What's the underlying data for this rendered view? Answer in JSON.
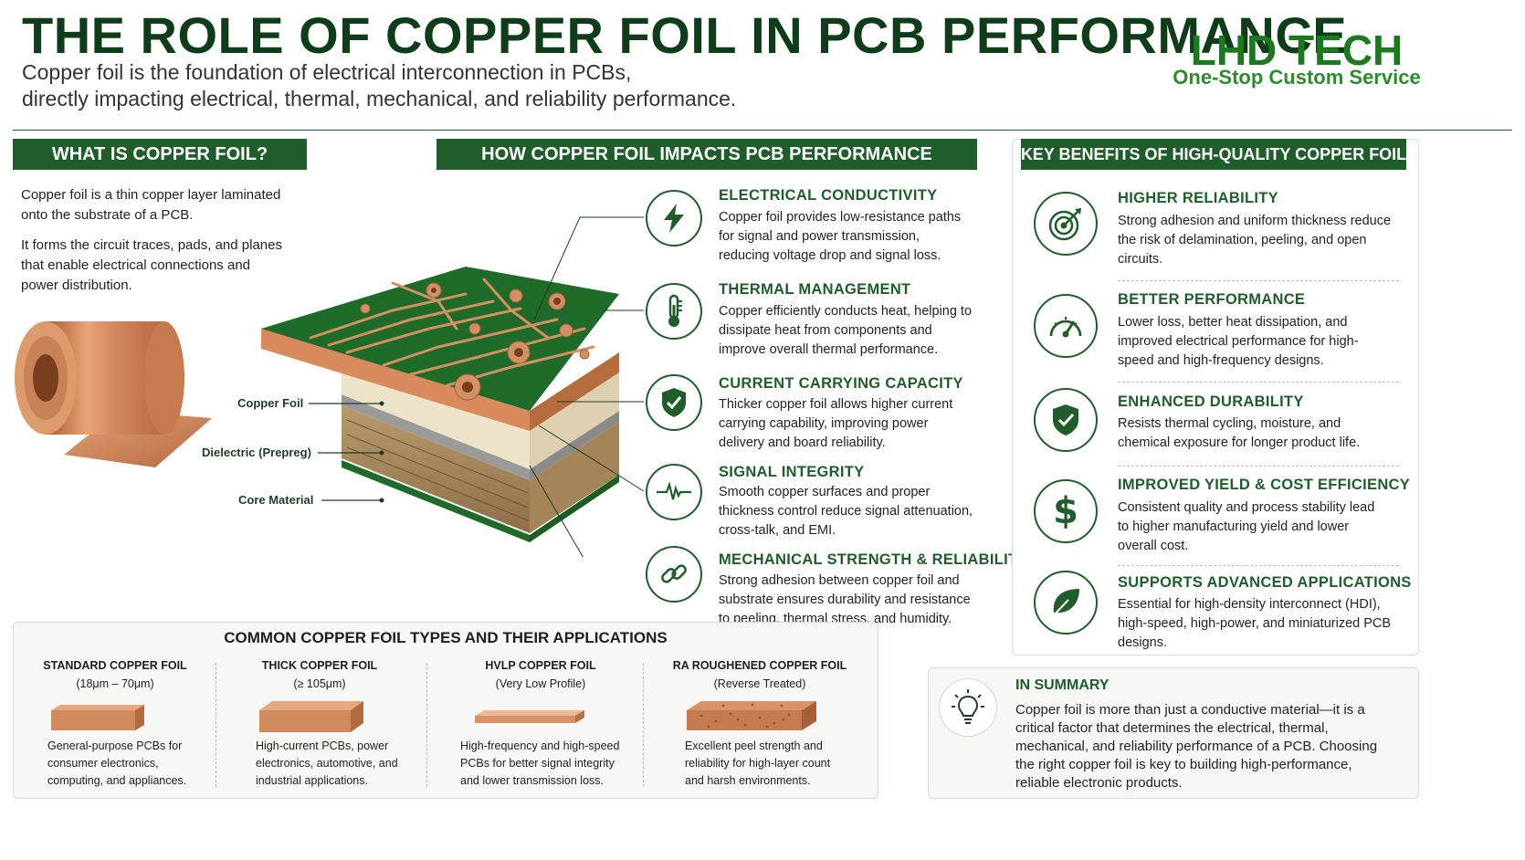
{
  "header": {
    "title": "THE ROLE OF COPPER FOIL IN PCB PERFORMANCE",
    "subtitle_line1": "Copper foil is the foundation of electrical interconnection in PCBs,",
    "subtitle_line2": "directly impacting electrical, thermal, mechanical, and reliability performance.",
    "brand_name": "LHD TECH",
    "brand_tagline": "One-Stop Custom Service"
  },
  "what_is": {
    "heading": "WHAT IS COPPER FOIL?",
    "para1": "Copper foil is a thin copper layer laminated onto the substrate of a PCB.",
    "para2": "It forms the circuit traces, pads, and planes that enable electrical connections and power distribution."
  },
  "diagram": {
    "labels": {
      "copper_foil": "Copper Foil",
      "dielectric": "Dielectric (Prepreg)",
      "core": "Core Material"
    }
  },
  "impacts": {
    "heading": "HOW COPPER FOIL IMPACTS PCB PERFORMANCE",
    "items": [
      {
        "icon": "lightning-icon",
        "title": "ELECTRICAL CONDUCTIVITY",
        "desc": "Copper foil provides low-resistance paths for signal and power transmission, reducing voltage drop and signal loss."
      },
      {
        "icon": "thermometer-icon",
        "title": "THERMAL MANAGEMENT",
        "desc": "Copper efficiently conducts heat, helping to dissipate heat from components and improve overall thermal performance."
      },
      {
        "icon": "shield-check-icon",
        "title": "CURRENT CARRYING CAPACITY",
        "desc": "Thicker copper foil allows higher current carrying capability, improving power delivery and board reliability."
      },
      {
        "icon": "waveform-icon",
        "title": "SIGNAL INTEGRITY",
        "desc": "Smooth copper surfaces and proper thickness control reduce signal attenuation, cross-talk, and EMI."
      },
      {
        "icon": "chain-link-icon",
        "title": "MECHANICAL STRENGTH & RELIABILITY",
        "desc": "Strong adhesion between copper foil and substrate ensures durability and resistance to peeling, thermal stress, and humidity."
      }
    ]
  },
  "benefits": {
    "heading": "KEY BENEFITS OF HIGH-QUALITY COPPER FOIL",
    "items": [
      {
        "icon": "target-icon",
        "title": "HIGHER RELIABILITY",
        "desc": "Strong adhesion and uniform thickness reduce the risk of delamination, peeling, and open circuits."
      },
      {
        "icon": "speedometer-icon",
        "title": "BETTER PERFORMANCE",
        "desc": "Lower loss, better heat dissipation, and improved electrical performance for high-speed and high-frequency designs."
      },
      {
        "icon": "shield-check-icon",
        "title": "ENHANCED DURABILITY",
        "desc": "Resists thermal cycling, moisture, and chemical exposure for longer product life."
      },
      {
        "icon": "dollar-icon",
        "title": "IMPROVED YIELD & COST EFFICIENCY",
        "desc": "Consistent quality and process stability lead to higher manufacturing yield and lower overall cost."
      },
      {
        "icon": "leaf-icon",
        "title": "SUPPORTS ADVANCED APPLICATIONS",
        "desc": "Essential for high-density interconnect (HDI), high-speed, high-power, and miniaturized PCB designs."
      }
    ]
  },
  "types": {
    "heading": "COMMON COPPER FOIL TYPES AND THEIR APPLICATIONS",
    "items": [
      {
        "name": "STANDARD COPPER FOIL",
        "spec": "(18μm – 70μm)",
        "desc": "General-purpose PCBs for consumer electronics, computing, and appliances."
      },
      {
        "name": "THICK COPPER FOIL",
        "spec": "(≥ 105μm)",
        "desc": "High-current PCBs, power electronics, automotive, and industrial applications."
      },
      {
        "name": "HVLP COPPER FOIL",
        "spec": "(Very Low Profile)",
        "desc": "High-frequency and high-speed PCBs for better signal integrity and lower transmission loss."
      },
      {
        "name": "RA ROUGHENED COPPER FOIL",
        "spec": "(Reverse Treated)",
        "desc": "Excellent peel strength and reliability for high-layer count and harsh environments."
      }
    ]
  },
  "summary": {
    "title": "IN SUMMARY",
    "text": "Copper foil is more than just a conductive material—it is a critical factor that determines the electrical, thermal, mechanical, and reliability performance of a PCB. Choosing the right copper foil is key to building high-performance, reliable electronic products."
  },
  "colors": {
    "brand_green": "#1f5e2b",
    "title_green": "#0f3d1a",
    "accent_green": "#1a7a1f",
    "copper": "#c97a4a"
  }
}
